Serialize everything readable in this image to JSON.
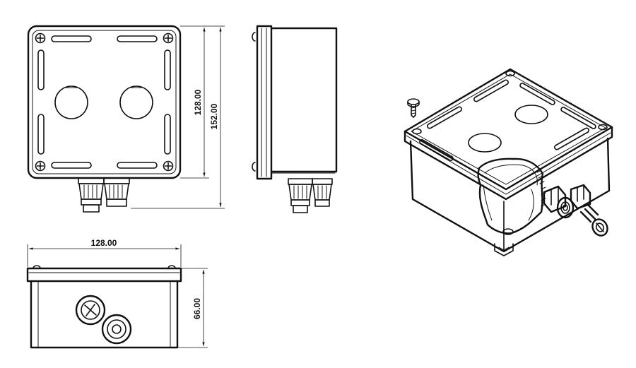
{
  "dimensions": {
    "front_height_inner": "128.00",
    "front_height_total": "152.00",
    "bottom_width": "128.00",
    "bottom_depth": "66.00"
  },
  "colors": {
    "line": "#111111",
    "background": "#ffffff"
  }
}
